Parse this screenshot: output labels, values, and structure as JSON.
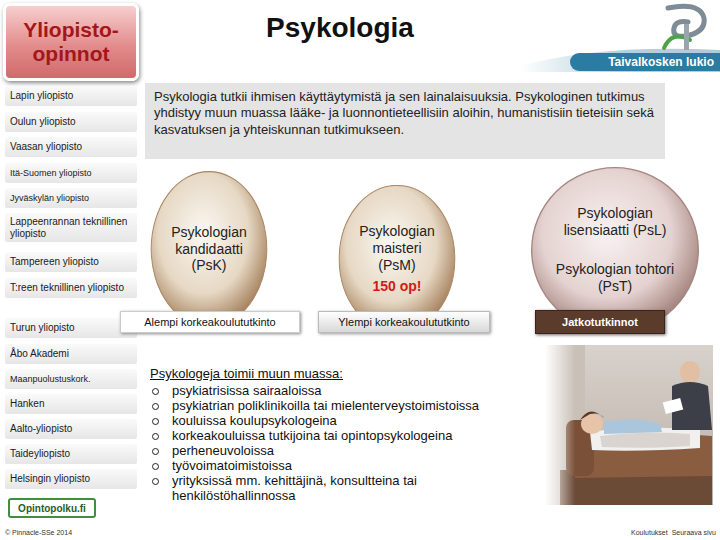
{
  "diagram": {
    "title": "Psykologia",
    "nodes": [
      {
        "text": [
          "Yliopisto- opinnot"
        ]
      },
      {
        "text": [
          "Taivalkosken lukio"
        ]
      },
      {
        "text": [
          "Lapin yliopisto"
        ]
      },
      {
        "text": [
          "Oulun yliopisto"
        ]
      },
      {
        "text": [
          "Vaasan yliopisto"
        ]
      },
      {
        "text": [
          "Itä-Suomen yliopisto"
        ]
      },
      {
        "text": [
          "Jyväskylän yliopisto"
        ]
      },
      {
        "text": [
          "Lappeenrannan teknillinen yliopisto"
        ]
      },
      {
        "text": [
          "Tampereen yliopisto"
        ]
      },
      {
        "text": [
          "T:reen teknillinen yliopisto"
        ]
      },
      {
        "text": [
          "Turun yliopisto"
        ]
      },
      {
        "text": [
          "Åbo Akademi"
        ]
      },
      {
        "text": [
          "Maanpuolustuskork."
        ]
      },
      {
        "text": [
          "Hanken"
        ]
      },
      {
        "text": [
          "Aalto-yliopisto"
        ]
      },
      {
        "text": [
          "Taideyliopisto"
        ]
      },
      {
        "text": [
          "Helsingin yliopisto"
        ]
      },
      {
        "text": [
          "Opintopolku.fi"
        ]
      },
      {
        "text": [
          "Psykologia tutkii ihmisen käyttäytymistä ja sen lainalaisuuksia. Psykologinen tutkimus yhdistyy muun muassa lääke- ja luonnontieteellisiin aloihin, humanistisiin tieteisiin sekä kasvatuksen ja yhteiskunnan tutkimukseen."
        ]
      },
      {
        "text": [
          "Psykologian kandidaatti (PsK)"
        ]
      },
      {
        "text": [
          "Psykologian maisteri (PsM)",
          "150 op!"
        ]
      },
      {
        "text": [
          "Psykologian lisensiaatti (PsL)",
          "Psykologian tohtori (PsT)"
        ]
      },
      {
        "text": [
          "Alempi korkeakoulututkinto"
        ]
      },
      {
        "text": [
          "Ylempi korkeakoulututkinto"
        ]
      },
      {
        "text": [
          "Jatkotutkinnot"
        ]
      }
    ],
    "labels": [
      "Psykologeja toimii muun muassa:",
      "psykiatrisissa sairaaloissa",
      "psykiatrian poliklinikoilla tai mielenterveystoimistoissa",
      "kouluissa koulupsykologeina",
      "korkeakouluissa tutkijoina tai opintopsykologeina",
      "perheneuvoloissa",
      "työvoimatoimistoissa",
      "yrityksissä mm. kehittäjinä, konsultteina tai henkilöstöhallinnossa",
      "© Pinnacle-SSe 2014",
      "Koulutukset",
      "Seuraava sivu"
    ]
  }
}
